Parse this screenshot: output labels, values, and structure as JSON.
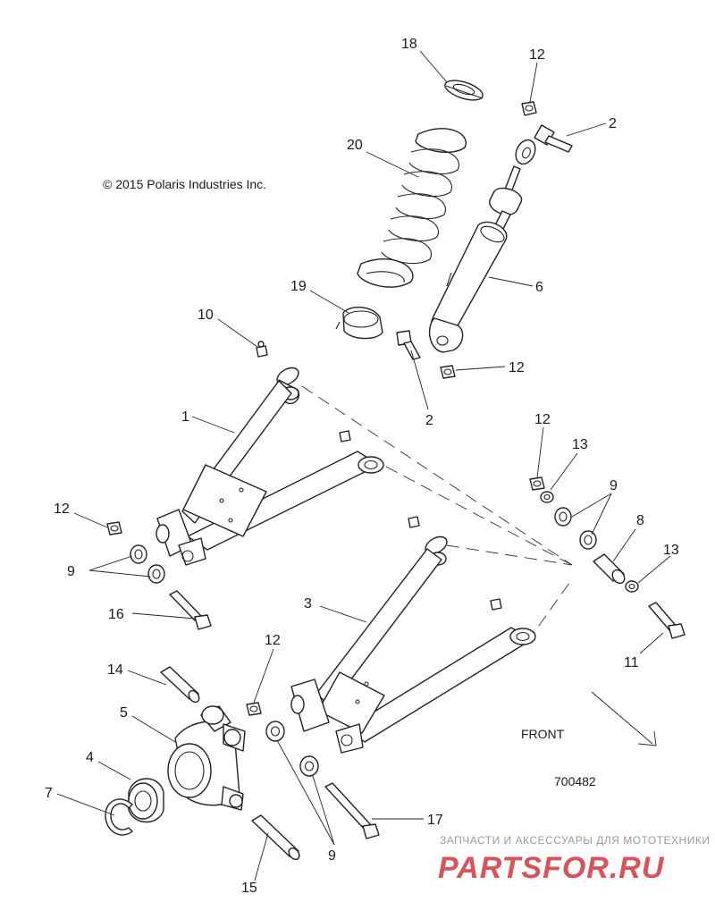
{
  "copyright": "© 2015 Polaris Industries Inc.",
  "diagram_number": "700482",
  "front_label": "FRONT",
  "watermark": {
    "subtitle": "ЗАПЧАСТИ И АКСЕССУАРЫ ДЛЯ МОТОТЕХНИКИ",
    "brand": "PARTSFOR.RU"
  },
  "callouts": {
    "c18": "18",
    "c12a": "12",
    "c2a": "2",
    "c20": "20",
    "c6": "6",
    "c19": "19",
    "c10": "10",
    "c12b": "12",
    "c2b": "2",
    "c1": "1",
    "c12c": "12",
    "c13a": "13",
    "c9a": "9",
    "c8": "8",
    "c13b": "13",
    "c12d": "12",
    "c9b": "9",
    "c16": "16",
    "c3": "3",
    "c11": "11",
    "c12e": "12",
    "c14": "14",
    "c5": "5",
    "c4": "4",
    "c7": "7",
    "c9c": "9",
    "c17": "17",
    "c15": "15"
  }
}
